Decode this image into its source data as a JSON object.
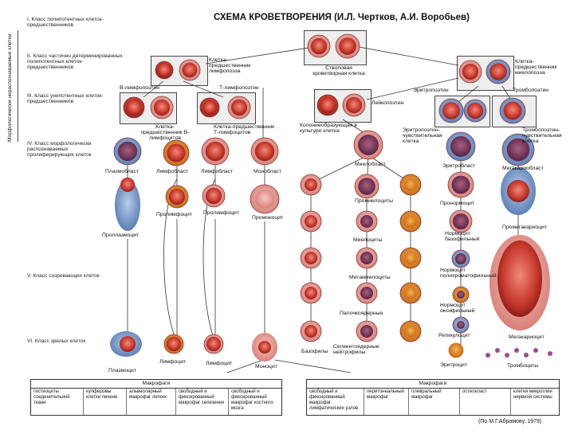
{
  "title": "СХЕМА КРОВЕТВОРЕНИЯ (И.Л. Чертков, А.И. Воробьев)",
  "side_label": "Морфологически нераспознаваемые клетки",
  "classes": [
    "I. Класс полипотентных клеток-предшественников",
    "II. Класс частично детерминированных полипотентных клеток-предшественников",
    "III. Класс унипотентных клеток-предшественников",
    "IV. Класс морфологически распознаваемых пролиферирующих клеток",
    "V. Класс созревающих клеток",
    "VI. Класс зрелых клеток"
  ],
  "cells": {
    "stem": "Стволовая кроветворная клетка",
    "lympho_precursor": "Клетка-предшественник лимфопоэза",
    "myelo_precursor": "Клетка-предшественник миелопоэза",
    "b_poietin": "В-лимфопоэтин",
    "t_poietin": "Т-лимфопоэтин",
    "leukopoietin": "Лейкопоэтин",
    "erythropoietin": "Эритропоэтин",
    "thrombopoietin": "Тромбопоэтин",
    "b_precursor": "Клетка-предшественник В-лимфоцитов",
    "t_precursor": "Клетка-предшественник Т-лимфоцитов",
    "cfu_culture": "Колониеобразующая в культуре клетка",
    "epo_sensitive": "Эритропоэтин-чувствительная клетка",
    "tpo_sensitive": "Тромбопоэтин-чувствительная клетка",
    "plasmablast": "Плазмобласт",
    "lymphoblast": "Лимфобласт",
    "monoblast": "Монобласт",
    "myeloblast": "Миелобласт",
    "erythroblast": "Эритробласт",
    "megakaryoblast": "Мегакариобласт",
    "proplasmocyte": "Проплазмоцит",
    "prolymphocyte": "Пролимфоцит",
    "promonocyte": "Промоноцит",
    "promyelocytes": "Промиелоциты",
    "pronormocyte": "Пронормоцит",
    "promegakaryocyte": "Промегакариоцит",
    "myelocytes": "Миелоциты",
    "normocyte_baso": "Нормоцит базофильный",
    "normocyte_poly": "Нормоцит полихроматофильный",
    "metamyelocytes": "Метамиелоциты",
    "normocyte_oxy": "Нормоцит оксифильный",
    "band": "Палочкоядерные",
    "reticulocyte": "Ретикулоцит",
    "megakaryocyte": "Мегакариоцит",
    "plasmocyte": "Плазмоцит",
    "lymphocyte_b": "Лимфоцит",
    "lymphocyte_t": "Лимфоцит",
    "monocyte": "Моноцит",
    "basophils": "Базофилы",
    "segmented": "Сегментоядерные нейтрофилы",
    "erythrocyte": "Эритроцит",
    "thrombocytes": "Тромбоциты"
  },
  "macrophages_left": {
    "header": "Макрофаги",
    "cells": [
      "гистиоциты соединительной ткани",
      "купферовы клетки печени",
      "альвеолярный макрофаг легких",
      "свободный и фиксированный макрофаг селезенки",
      "свободный и фиксированный макрофаг костного мозга"
    ]
  },
  "macrophages_right": {
    "header": "Макрофаги",
    "cells": [
      "свободный и фиксированный макрофаг лимфатических узлов",
      "перитонеальный макрофаг",
      "плевральный макрофаг",
      "остеокласт",
      "клетки микроглии нервной системы"
    ]
  },
  "credit": "(По М.Г.Абрамову, 1979)",
  "colors": {
    "nucleus_red": "#c0392b",
    "nucleus_purple": "#7b3f7f",
    "cytoplasm_blue": "#7fa6d6",
    "cytoplasm_pink": "#f0b6b2",
    "box_gray": "#eeeeee"
  }
}
